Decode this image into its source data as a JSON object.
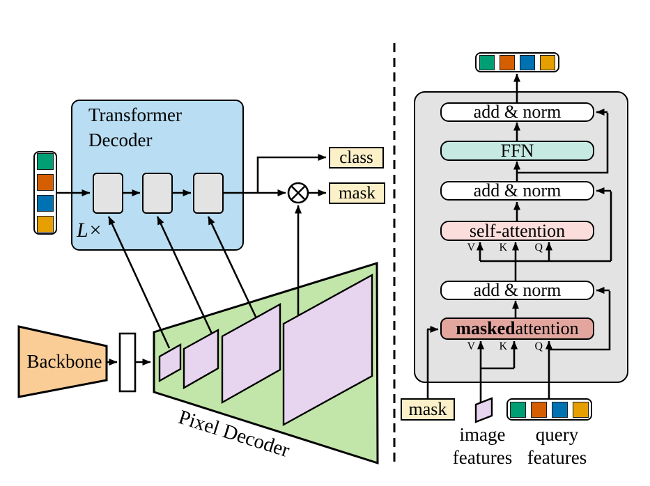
{
  "colors": {
    "blue_box": "#B9DDF2",
    "gray_block": "#E3E3E3",
    "panel_gray": "#E3E3E3",
    "green_decoder": "#C2E5A9",
    "purple_feature": "#E7D4EE",
    "backbone_orange": "#FACD96",
    "yellow_io": "#FBF0C8",
    "ffn_teal": "#C6EAE1",
    "self_attn_pink": "#FBDEDC",
    "masked_attn_red": "#E2A69F",
    "white": "#FFFFFF"
  },
  "tokens": {
    "colors": [
      "#009E73",
      "#D55E00",
      "#0072B2",
      "#E69F00"
    ]
  },
  "left_panel": {
    "transformer_decoder": {
      "line1": "Transformer",
      "line2": "Decoder"
    },
    "repeat_label": "L×",
    "backbone_label": "Backbone",
    "pixel_decoder_label": "Pixel Decoder",
    "outputs": {
      "class_label": "class",
      "mask_label": "mask"
    }
  },
  "right_panel": {
    "layers": {
      "add_norm_top": "add & norm",
      "ffn": "FFN",
      "add_norm_middle": "add & norm",
      "self_attention": "self-attention",
      "add_norm_bottom": "add & norm",
      "masked_attention_bold": "masked",
      "masked_attention_rest": " attention"
    },
    "qkv": {
      "v": "V",
      "k": "K",
      "q": "Q"
    },
    "inputs": {
      "mask_label": "mask",
      "image_features": {
        "line1": "image",
        "line2": "features"
      },
      "query_features": {
        "line1": "query",
        "line2": "features"
      }
    }
  }
}
